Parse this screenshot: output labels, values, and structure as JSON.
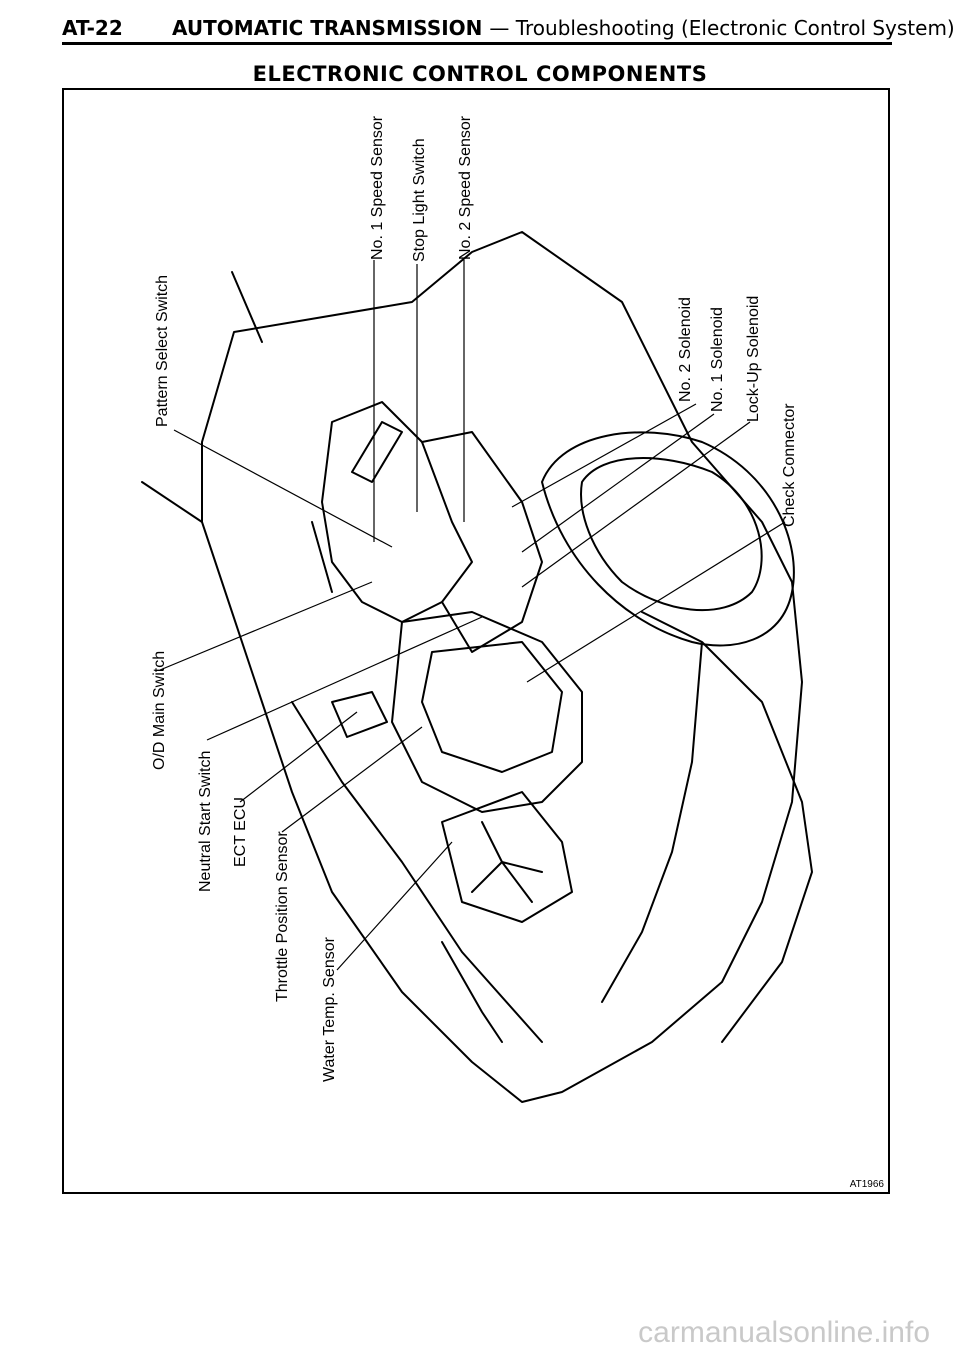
{
  "header": {
    "page_code": "AT-22",
    "section_title": "AUTOMATIC TRANSMISSION",
    "section_subtitle": "— Troubleshooting (Electronic Control System)"
  },
  "diagram": {
    "title": "ELECTRONIC CONTROL COMPONENTS",
    "figure_code": "AT1966",
    "labels": {
      "no1_speed_sensor": "No. 1 Speed Sensor",
      "stop_light_switch": "Stop Light Switch",
      "no2_speed_sensor": "No. 2 Speed Sensor",
      "pattern_select_switch": "Pattern Select Switch",
      "no2_solenoid": "No. 2 Solenoid",
      "no1_solenoid": "No. 1 Solenoid",
      "lockup_solenoid": "Lock-Up Solenoid",
      "check_connector": "Check Connector",
      "od_main_switch": "O/D Main Switch",
      "neutral_start_switch": "Neutral Start Switch",
      "ect_ecu": "ECT ECU",
      "throttle_position_sensor": "Throttle Position Sensor",
      "water_temp_sensor": "Water Temp. Sensor"
    }
  },
  "watermark": "carmanualsonline.info"
}
